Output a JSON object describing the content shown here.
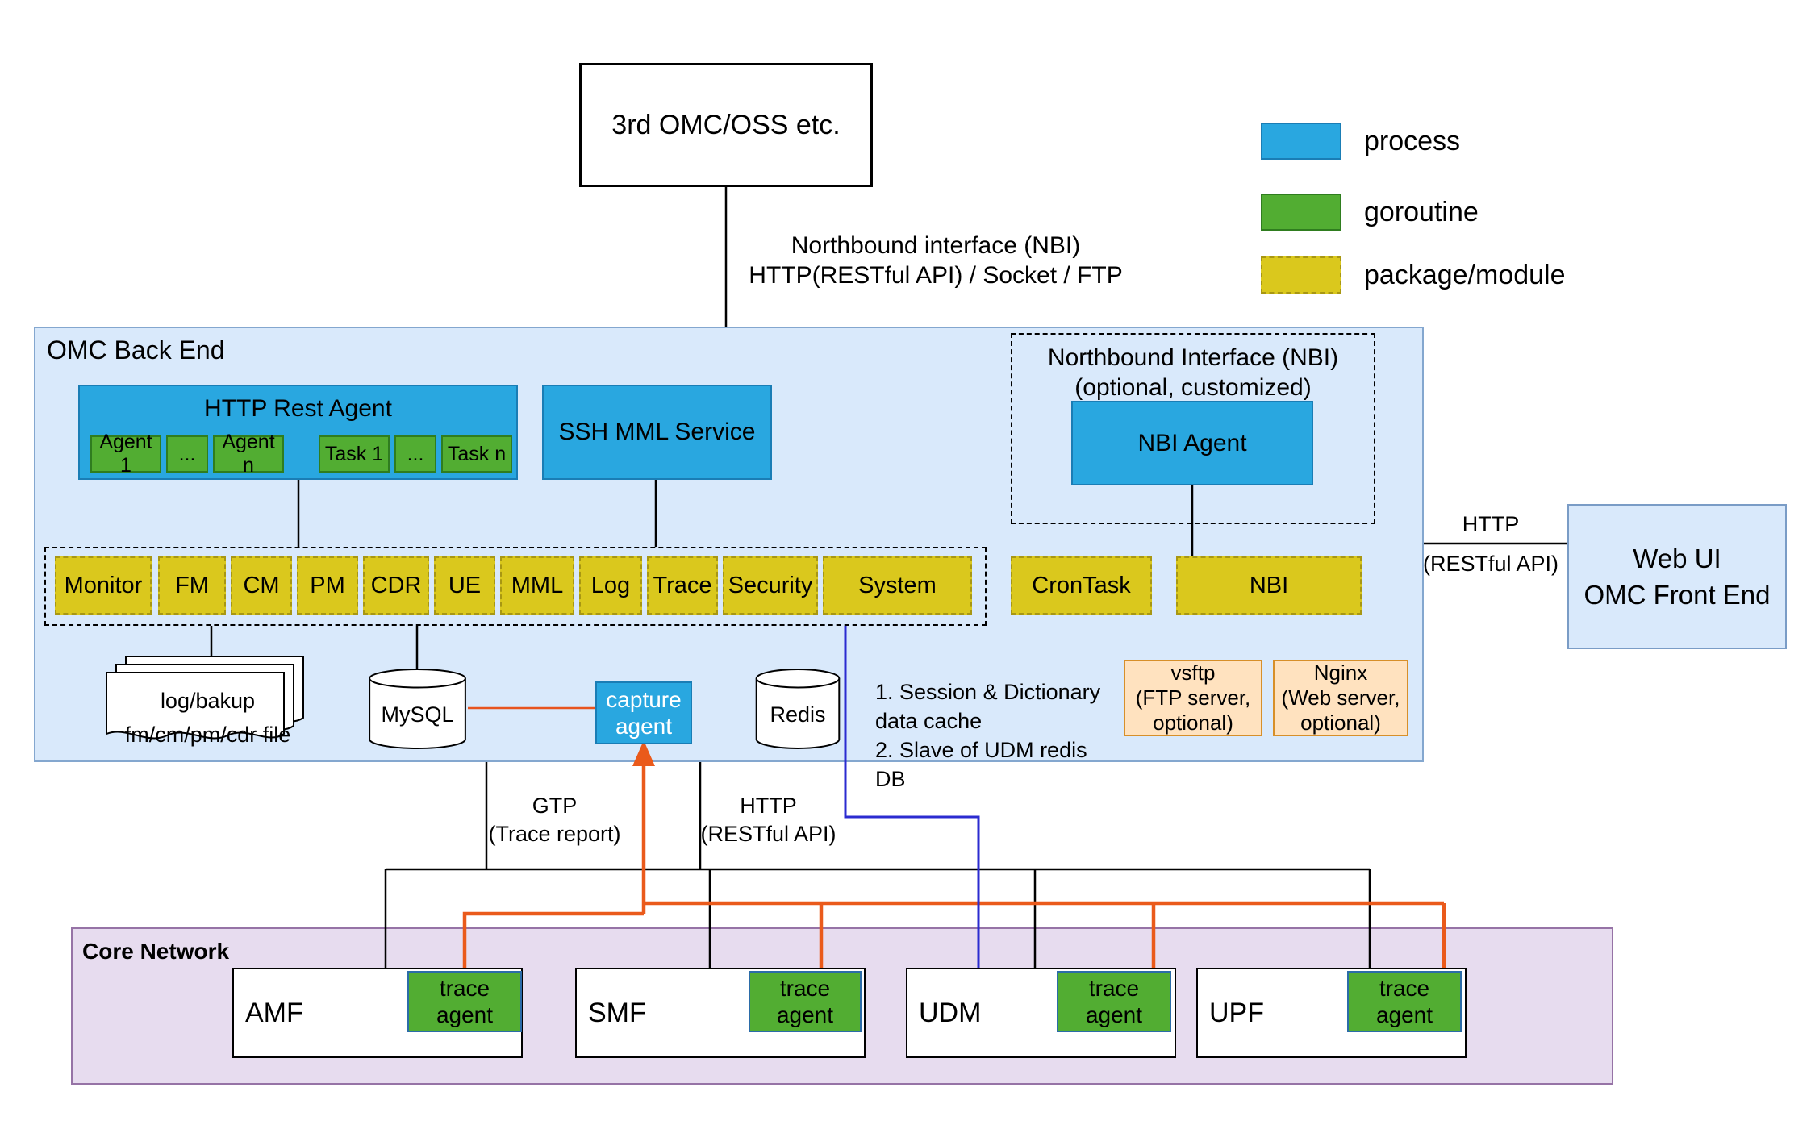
{
  "colors": {
    "process_fill": "#29a7e0",
    "goroutine_fill": "#52ad32",
    "package_fill": "#dac81d",
    "backend_bg": "#d9e9fb",
    "core_network_bg": "#e7dcef",
    "optional_server_bg": "#ffe2bf",
    "orange_line": "#ea5a1b",
    "blue_line": "#2b2bd0"
  },
  "external": {
    "third_party": "3rd OMC/OSS etc."
  },
  "legend": {
    "items": [
      {
        "label": "process"
      },
      {
        "label": "goroutine"
      },
      {
        "label": "package/module"
      }
    ]
  },
  "nbi_interface_label": {
    "line1": "Northbound interface (NBI)",
    "line2": "HTTP(RESTful API) / Socket / FTP"
  },
  "backend": {
    "title": "OMC Back End",
    "http_rest_agent": {
      "title": "HTTP Rest Agent",
      "agents": [
        "Agent 1",
        "...",
        "Agent n"
      ],
      "tasks": [
        "Task 1",
        "...",
        "Task n"
      ]
    },
    "ssh_mml_service": "SSH MML Service",
    "nbi_optional": {
      "title_line1": "Northbound Interface (NBI)",
      "title_line2": "(optional, customized)",
      "agent": "NBI Agent"
    },
    "modules": [
      "Monitor",
      "FM",
      "CM",
      "PM",
      "CDR",
      "UE",
      "MML",
      "Log",
      "Trace",
      "Security",
      "System"
    ],
    "crontask": "CronTask",
    "nbi_module": "NBI",
    "log_files": {
      "line1": "log/bakup",
      "line2": "fm/cm/pm/cdr file"
    },
    "mysql": "MySQL",
    "capture_agent": "capture agent",
    "redis": "Redis",
    "redis_notes": [
      "1. Session & Dictionary",
      "data cache",
      "2. Slave of UDM redis DB"
    ],
    "vsftp": [
      "vsftp",
      "(FTP server,",
      "optional)"
    ],
    "nginx": [
      "Nginx",
      "(Web server,",
      "optional)"
    ]
  },
  "web_ui": {
    "line1": "Web UI",
    "line2": "OMC Front End"
  },
  "labels": {
    "http_web": {
      "line1": "HTTP",
      "line2": "(RESTful API)"
    },
    "gtp": {
      "line1": "GTP",
      "line2": "(Trace report)"
    },
    "http_core": {
      "line1": "HTTP",
      "line2": "(RESTful API)"
    }
  },
  "core_network": {
    "title": "Core Network",
    "nfs": [
      {
        "name": "AMF",
        "agent": "trace agent"
      },
      {
        "name": "SMF",
        "agent": "trace agent"
      },
      {
        "name": "UDM",
        "agent": "trace agent"
      },
      {
        "name": "UPF",
        "agent": "trace agent"
      }
    ]
  }
}
